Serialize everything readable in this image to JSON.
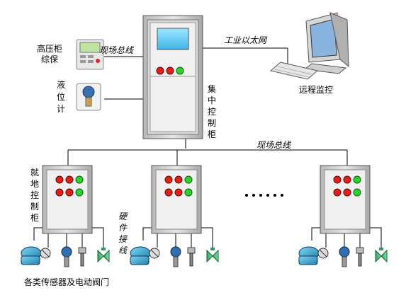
{
  "labels": {
    "hv_protection": "高压柜\n综保",
    "fieldbus_top": "现场总线",
    "industrial_ethernet": "工业以太网",
    "level_meter": "液\n位\n计",
    "remote_monitor": "远程监控",
    "central_cabinet": "集中控制柜",
    "fieldbus_bus": "现场总线",
    "local_cabinet": "就地控制柜",
    "hardwire": "硬件接线",
    "ellipsis": "• • • • • •",
    "sensors_valves": "各类传感器及电动阀门"
  },
  "colors": {
    "cabinet_outer": "#c9c9c9",
    "cabinet_inner": "#f0f0f0",
    "screen": "#6fd3f5",
    "lamp_red": "#e0201b",
    "lamp_green": "#2fd02f",
    "line": "#000000"
  },
  "icons": [
    "protection-relay-icon",
    "level-meter-icon",
    "computer-icon",
    "actuator-icon",
    "transmitter-icon",
    "sensor-icon",
    "valve-icon"
  ]
}
